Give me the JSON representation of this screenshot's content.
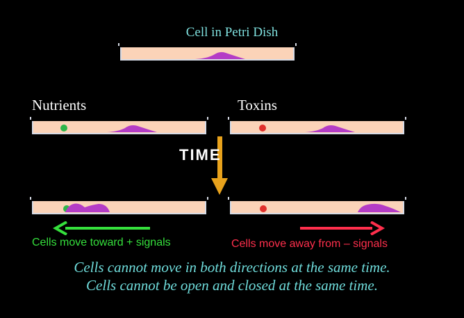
{
  "title": "Cell in Petri Dish",
  "labels": {
    "nutrients": "Nutrients",
    "toxins": "Toxins",
    "time": "TIME"
  },
  "captions": {
    "toward": "Cells move toward + signals",
    "away": "Cells move away from – signals"
  },
  "footer": {
    "line1": "Cells cannot move in both directions at the same time.",
    "line2": "Cells cannot be open and closed at the same time."
  },
  "colors": {
    "background": "#000000",
    "dish": "#fbd3b8",
    "cell": "#b43cc6",
    "nutrient": "#2db64a",
    "toxin": "#e0302c",
    "arrow_time": "#e8a21c",
    "arrow_toward": "#35e03c",
    "arrow_away": "#ff2f4c",
    "title_text": "#7fe0de"
  }
}
